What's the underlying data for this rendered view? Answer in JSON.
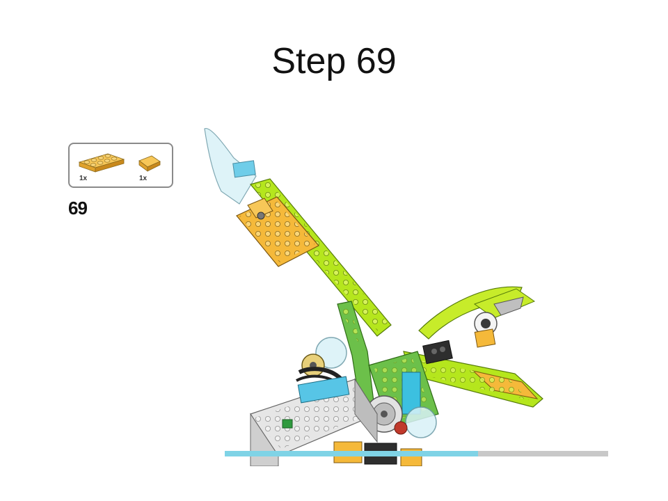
{
  "slide": {
    "title": "Step 69",
    "step_number": "69"
  },
  "parts_list": {
    "items": [
      {
        "name": "plate-2x4-yellow",
        "count": "1x"
      },
      {
        "name": "slope-tile-yellow",
        "count": "1x"
      }
    ]
  },
  "model": {
    "icon": "lego-dragonfly-model-illustration"
  },
  "progress": {
    "fraction": 0.66
  },
  "colors": {
    "lime": "#b5e61d",
    "green": "#6cc04a",
    "yellow": "#f5b93a",
    "azure": "#3cc0e0",
    "gray": "#bfbfbf",
    "progress_fill": "#7fd3e6",
    "progress_track": "#c8c8c8"
  }
}
